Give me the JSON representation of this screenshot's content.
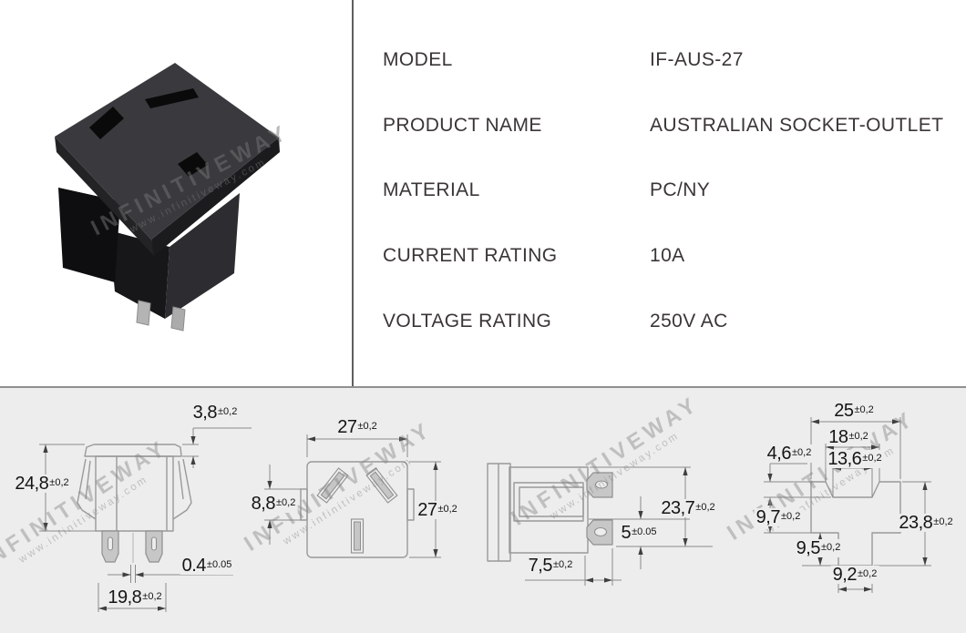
{
  "spec": {
    "rows": [
      {
        "label": "MODEL",
        "value": "IF-AUS-27"
      },
      {
        "label": "PRODUCT NAME",
        "value": "AUSTRALIAN SOCKET-OUTLET"
      },
      {
        "label": "MATERIAL",
        "value": "PC/NY"
      },
      {
        "label": "CURRENT RATING",
        "value": "10A"
      },
      {
        "label": "VOLTAGE RATING",
        "value": "250V AC"
      }
    ]
  },
  "watermark": {
    "brand": "INFINITIVEWAY",
    "url_text": "www.infinitiveway.com"
  },
  "drawings": {
    "front_view": {
      "dims": {
        "flange_thickness": {
          "value": "3,8",
          "tol": "±0,2"
        },
        "height": {
          "value": "24,8",
          "tol": "±0,2"
        },
        "pin_thickness": {
          "value": "0.4",
          "tol": "±0.05"
        },
        "pin_span": {
          "value": "19,8",
          "tol": "±0,2"
        }
      }
    },
    "face_view": {
      "dims": {
        "width": {
          "value": "27",
          "tol": "±0,2"
        },
        "side_tab_height": {
          "value": "8,8",
          "tol": "±0,2"
        },
        "height": {
          "value": "27",
          "tol": "±0,2"
        }
      }
    },
    "side_view": {
      "dims": {
        "depth": {
          "value": "23,7",
          "tol": "±0,2"
        },
        "terminal_pitch": {
          "value": "5",
          "tol": "±0.05"
        },
        "terminal_length": {
          "value": "7,5",
          "tol": "±0,2"
        }
      }
    },
    "cutout_view": {
      "dims": {
        "width": {
          "value": "25",
          "tol": "±0,2"
        },
        "opening_top": {
          "value": "18",
          "tol": "±0,2"
        },
        "opening_bottom": {
          "value": "13,6",
          "tol": "±0,2"
        },
        "lip_depth": {
          "value": "4,6",
          "tol": "±0,2"
        },
        "upper_depth": {
          "value": "9,7",
          "tol": "±0,2"
        },
        "stem_depth": {
          "value": "9,5",
          "tol": "±0,2"
        },
        "stem_width": {
          "value": "9,2",
          "tol": "±0,2"
        },
        "total_depth": {
          "value": "23,8",
          "tol": "±0,2"
        }
      }
    }
  },
  "colors": {
    "panel_bg": "#ededed",
    "part_line": "#9a9a9a",
    "dim_line": "#8a8a8a",
    "spec_text": "#3b3536",
    "dim_text": "#141414",
    "metal_fill": "#c7c7c7",
    "divider": "#5f5f5f"
  }
}
